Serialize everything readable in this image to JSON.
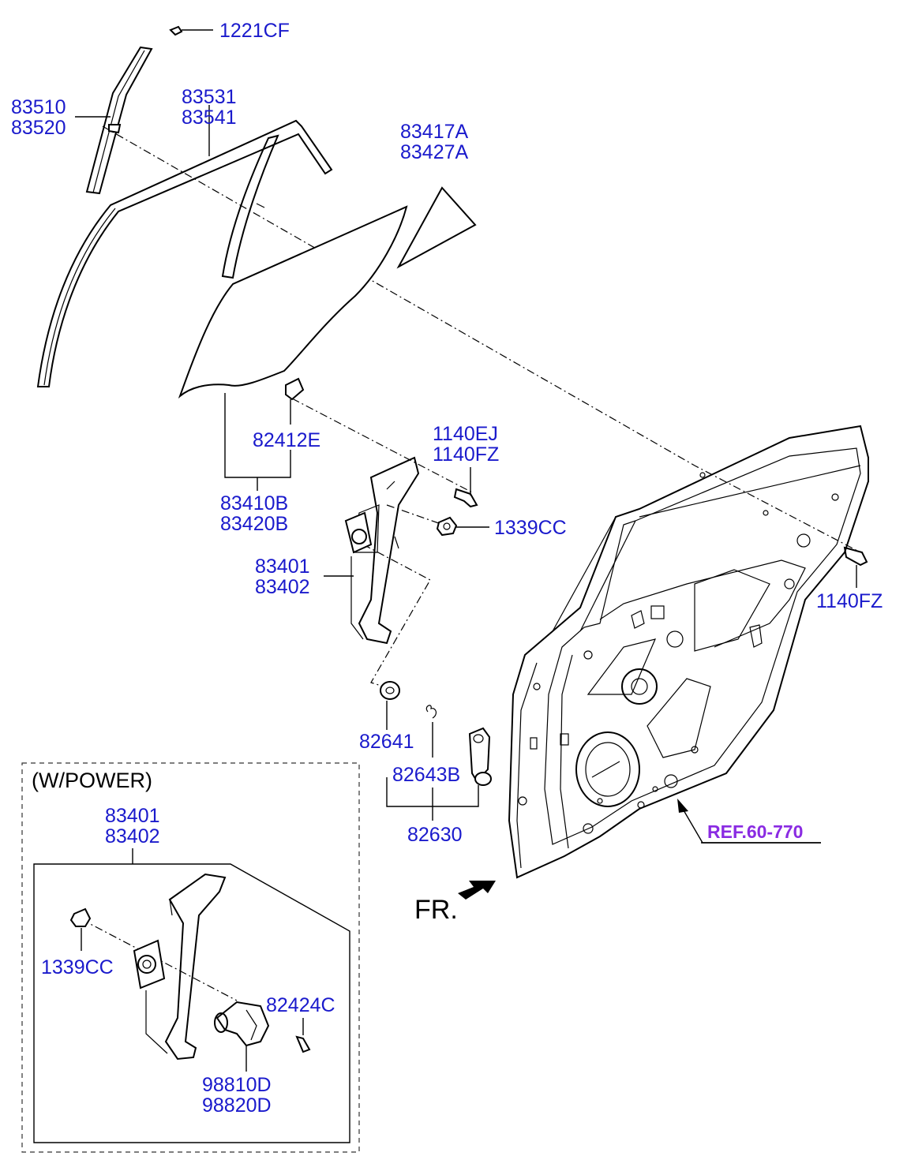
{
  "labels": {
    "p1221cf": "1221CF",
    "p83510": "83510",
    "p83520": "83520",
    "p83531": "83531",
    "p83541": "83541",
    "p83417a": "83417A",
    "p83427a": "83427A",
    "p82412e": "82412E",
    "p83410b": "83410B",
    "p83420b": "83420B",
    "p1140ej": "1140EJ",
    "p1140fz_a": "1140FZ",
    "p1339cc_a": "1339CC",
    "p1140fz_b": "1140FZ",
    "p83401_a": "83401",
    "p83402_a": "83402",
    "p82641": "82641",
    "p82643b": "82643B",
    "p82630": "82630",
    "ref": "REF.60-770",
    "fr": "FR.",
    "wpower_section": "(W/POWER)",
    "p83401_b": "83401",
    "p83402_b": "83402",
    "p1339cc_b": "1339CC",
    "p82424c": "82424C",
    "p98810d": "98810D",
    "p98820d": "98820D"
  },
  "colors": {
    "part_number": "#1a1acc",
    "reference": "#8a2be2",
    "line": "#000000"
  }
}
